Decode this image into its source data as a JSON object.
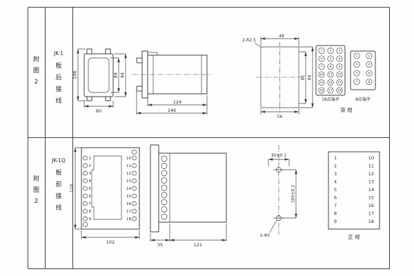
{
  "row1": {
    "fig": {
      "c1": "附",
      "c2": "图",
      "c3": "2"
    },
    "model": "JK-1",
    "wiring": {
      "c1": "板",
      "c2": "后",
      "c3": "接",
      "c4": "线"
    },
    "front_view": {
      "total_height": "106",
      "inner_height": "84",
      "outer_height": "94",
      "width": "60"
    },
    "side_view": {
      "body_length": "124",
      "total_length": "146"
    },
    "cutout": {
      "corner_radius": "2-R2.5",
      "width_top": "48",
      "height_inner": "81",
      "height_outer": "94",
      "width_bottom": "56"
    },
    "terminals": {
      "block18_numbers": [
        "1",
        "2",
        "3",
        "4",
        "5",
        "6",
        "7",
        "8",
        "9",
        "10",
        "11",
        "12",
        "13",
        "14",
        "15",
        "16",
        "17",
        "18"
      ],
      "block8_numbers": [
        "1",
        "2",
        "3",
        "4",
        "5",
        "6",
        "7",
        "8"
      ],
      "block18_label": "18点端子",
      "block8_label": "8点端子",
      "view_label": "背 视"
    }
  },
  "row2": {
    "fig": {
      "c1": "附",
      "c2": "图",
      "c3": "2"
    },
    "model": "JK-1Q",
    "wiring": {
      "c1": "板",
      "c2": "前",
      "c3": "接",
      "c4": "线"
    },
    "front_view": {
      "height": "118",
      "width": "102",
      "left_numbers": [
        "1",
        "2",
        "3",
        "4",
        "5",
        "6",
        "7",
        "8",
        "9"
      ],
      "right_numbers": [
        "10",
        "11",
        "12",
        "13",
        "14",
        "15",
        "16",
        "17",
        "18"
      ]
    },
    "side_view": {
      "front_depth": "35",
      "body_depth": "121"
    },
    "mounting": {
      "h_spacing": "30±0.1",
      "v_spacing": "100±0.2",
      "holes": "2-Φ5"
    },
    "table": {
      "left": [
        "1",
        "2",
        "3",
        "4",
        "5",
        "6",
        "7",
        "8",
        "9"
      ],
      "right": [
        "10",
        "11",
        "12",
        "13",
        "14",
        "15",
        "16",
        "17",
        "18"
      ],
      "view_label": "正 视"
    }
  }
}
